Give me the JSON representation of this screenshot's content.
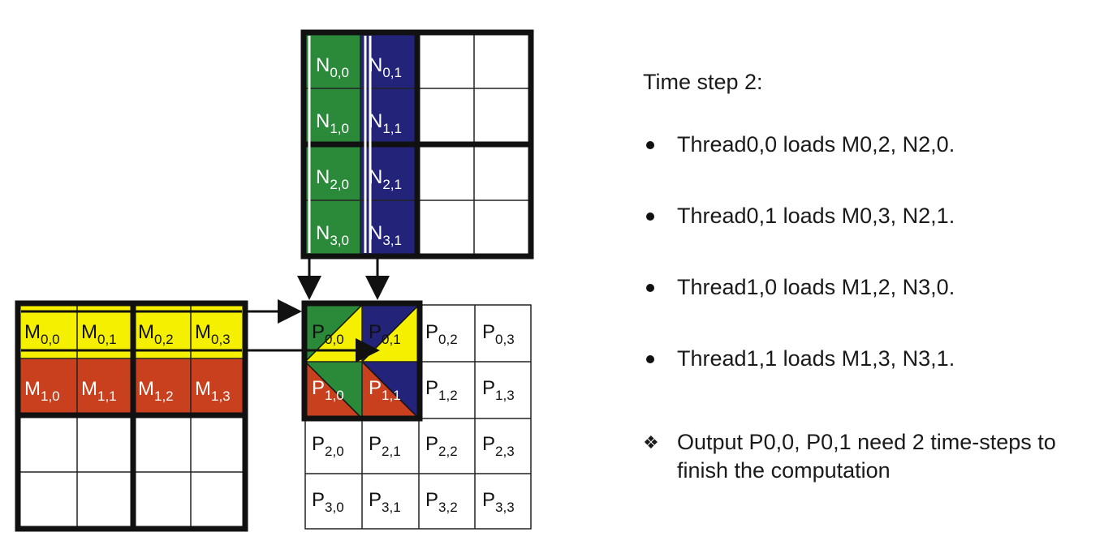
{
  "diagram": {
    "n_cells": [
      {
        "id": "n00",
        "main": "N",
        "sub": "0,0"
      },
      {
        "id": "n01",
        "main": "N",
        "sub": "0,1"
      },
      {
        "id": "n10",
        "main": "N",
        "sub": "1,0"
      },
      {
        "id": "n11",
        "main": "N",
        "sub": "1,1"
      },
      {
        "id": "n20",
        "main": "N",
        "sub": "2,0"
      },
      {
        "id": "n21",
        "main": "N",
        "sub": "2,1"
      },
      {
        "id": "n30",
        "main": "N",
        "sub": "3,0"
      },
      {
        "id": "n31",
        "main": "N",
        "sub": "3,1"
      }
    ],
    "m_cells": [
      {
        "id": "m00",
        "main": "M",
        "sub": "0,0"
      },
      {
        "id": "m01",
        "main": "M",
        "sub": "0,1"
      },
      {
        "id": "m02",
        "main": "M",
        "sub": "0,2"
      },
      {
        "id": "m03",
        "main": "M",
        "sub": "0,3"
      },
      {
        "id": "m10",
        "main": "M",
        "sub": "1,0"
      },
      {
        "id": "m11",
        "main": "M",
        "sub": "1,1"
      },
      {
        "id": "m12",
        "main": "M",
        "sub": "1,2"
      },
      {
        "id": "m13",
        "main": "M",
        "sub": "1,3"
      }
    ],
    "p_cells": [
      {
        "id": "p00",
        "main": "P",
        "sub": "0,0"
      },
      {
        "id": "p01",
        "main": "P",
        "sub": "0,1"
      },
      {
        "id": "p02",
        "main": "P",
        "sub": "0,2"
      },
      {
        "id": "p03",
        "main": "P",
        "sub": "0,3"
      },
      {
        "id": "p10",
        "main": "P",
        "sub": "1,0"
      },
      {
        "id": "p11",
        "main": "P",
        "sub": "1,1"
      },
      {
        "id": "p12",
        "main": "P",
        "sub": "1,2"
      },
      {
        "id": "p13",
        "main": "P",
        "sub": "1,3"
      },
      {
        "id": "p20",
        "main": "P",
        "sub": "2,0"
      },
      {
        "id": "p21",
        "main": "P",
        "sub": "2,1"
      },
      {
        "id": "p22",
        "main": "P",
        "sub": "2,2"
      },
      {
        "id": "p23",
        "main": "P",
        "sub": "2,3"
      },
      {
        "id": "p30",
        "main": "P",
        "sub": "3,0"
      },
      {
        "id": "p31",
        "main": "P",
        "sub": "3,1"
      },
      {
        "id": "p32",
        "main": "P",
        "sub": "3,2"
      },
      {
        "id": "p33",
        "main": "P",
        "sub": "3,3"
      }
    ],
    "colors": {
      "green": "#2a8a3a",
      "navy": "#23237a",
      "yellow": "#f5f000",
      "red": "#c8401e",
      "frame": "#111111"
    }
  },
  "notes": {
    "heading": "Time step 2:",
    "bullets": [
      "Thread0,0 loads M0,2, N2,0.",
      "Thread0,1 loads M0,3, N2,1.",
      "Thread1,0 loads M1,2, N3,0.",
      "Thread1,1 loads M1,3, N3,1."
    ],
    "note_symbol": "❖",
    "note_line1": "Output P0,0, P0,1 need 2 time-steps to",
    "note_line2": "finish the computation"
  }
}
